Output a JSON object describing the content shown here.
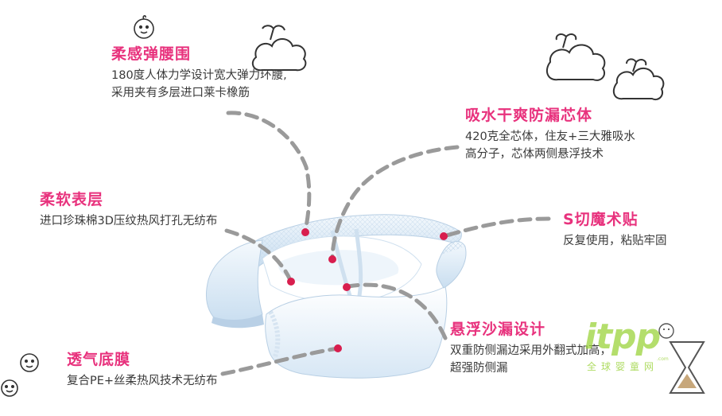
{
  "features": [
    {
      "id": "waist",
      "title": "柔感弹腰围",
      "lines": [
        "180度人体力学设计宽大弹力环腰,",
        "采用夹有多层进口莱卡橡筋"
      ]
    },
    {
      "id": "core",
      "title": "吸水干爽防漏芯体",
      "lines": [
        "420克全芯体，住友+三大雅吸水",
        "高分子，芯体两侧悬浮技术"
      ]
    },
    {
      "id": "surface",
      "title": "柔软表层",
      "lines": [
        "进口珍珠棉3D压纹热风打孔无纺布"
      ]
    },
    {
      "id": "tape",
      "title": "S切魔术贴",
      "lines": [
        "反复使用，粘贴牢固"
      ]
    },
    {
      "id": "leak",
      "title": "悬浮沙漏设计",
      "lines": [
        "双重防侧漏边采用外翻式加高，",
        "超强防侧漏"
      ]
    },
    {
      "id": "backsheet",
      "title": "透气底膜",
      "lines": [
        "复合PE+丝柔热风技术无纺布"
      ]
    }
  ],
  "watermark": {
    "logo": "itpp",
    "text": "全球婴童网",
    "domain": ".com"
  },
  "colors": {
    "title": "#e8327d",
    "body": "#3a3a3a",
    "dash": "#9a9a9a",
    "dot": "#d81e4e",
    "watermark": "#9bd33c"
  }
}
